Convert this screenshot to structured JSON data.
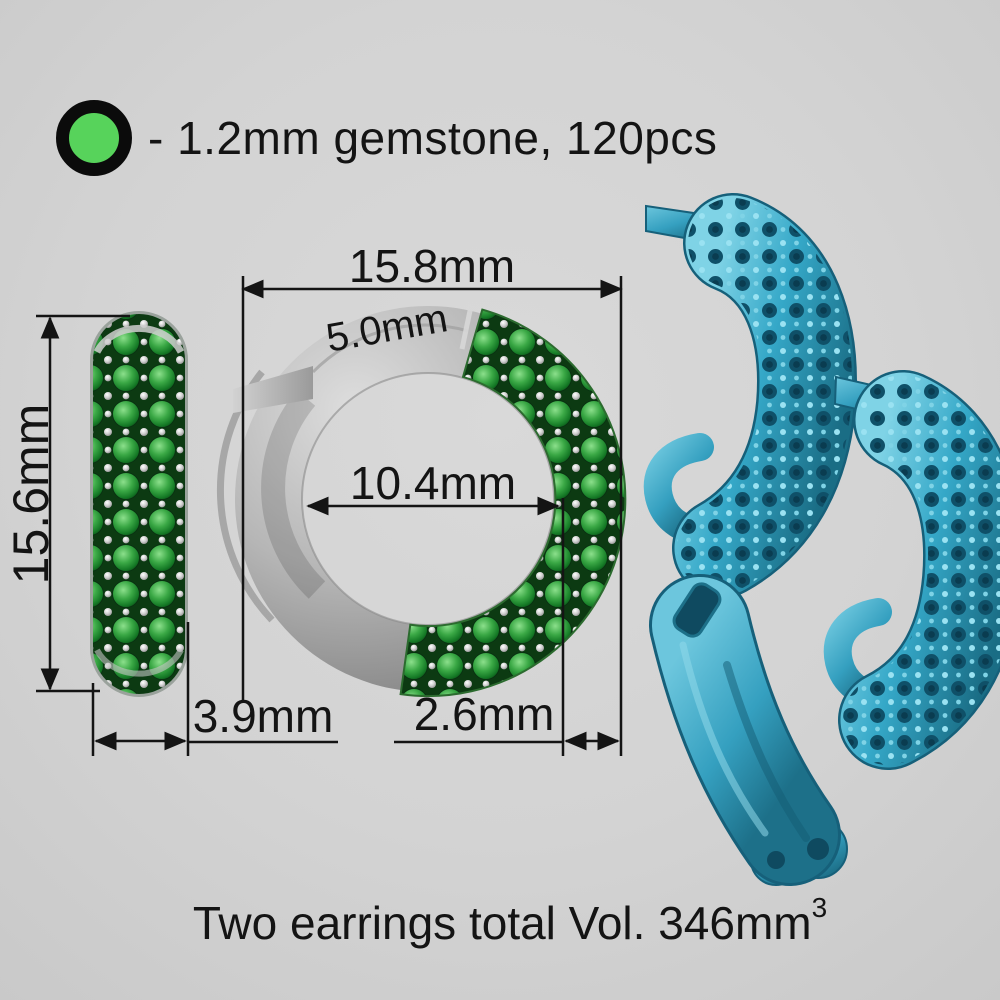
{
  "legend": {
    "swatch_color": "#57d35b",
    "label": "- 1.2mm gemstone, 120pcs"
  },
  "dimensions": {
    "outer_width": "15.8mm",
    "band_width": "5.0mm",
    "inner_diameter": "10.4mm",
    "overall_height": "15.6mm",
    "side_thickness": "3.9mm",
    "band_depth": "2.6mm"
  },
  "footer": {
    "volume_label": "Two earrings total Vol. 346mm",
    "volume_exponent": "3"
  },
  "colors": {
    "background": "#d4d4d4",
    "legend_green": "#57d35b",
    "gemstone_green": "#2f9b3a",
    "gemstone_dark_green": "#0c3a12",
    "bead_silver": "#d5d5d5",
    "metal_gray": "#b5b5b5",
    "model_teal": "#35a8c8",
    "model_teal_dark": "#16607a",
    "annotation_black": "#141414"
  }
}
